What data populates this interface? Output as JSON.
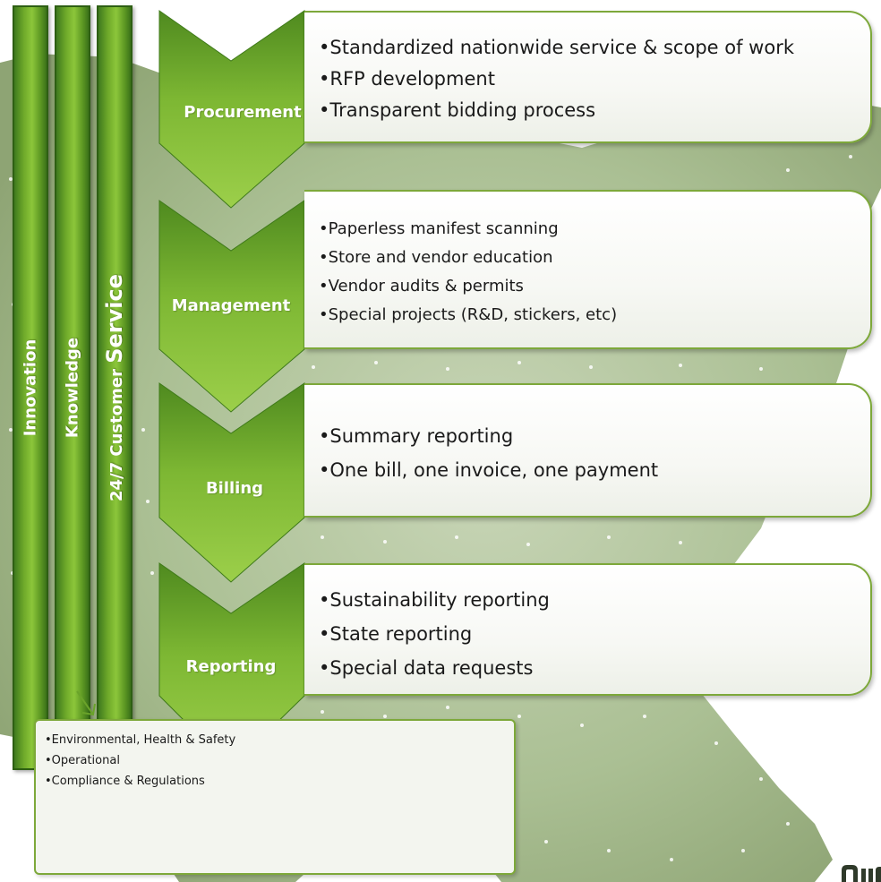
{
  "pillars": [
    {
      "label": "Innovation"
    },
    {
      "label": "Knowledge"
    },
    {
      "label_prefix": "24/7 Customer ",
      "label_emph": "Service"
    }
  ],
  "stages": [
    {
      "label": "Procurement",
      "bullets": [
        "•Standardized nationwide service  & scope of work",
        "•RFP development",
        "•Transparent bidding process"
      ]
    },
    {
      "label": "Management",
      "bullets": [
        "•Paperless manifest scanning",
        "•Store and vendor education",
        "•Vendor audits & permits",
        "•Special projects (R&D, stickers, etc)"
      ]
    },
    {
      "label": "Billing",
      "bullets": [
        "•Summary reporting",
        "•One bill, one invoice, one payment"
      ]
    },
    {
      "label": "Reporting",
      "bullets": [
        "•Sustainability reporting",
        "•State reporting",
        "•Special data requests"
      ]
    }
  ],
  "knowledge_box": {
    "bullets": [
      "•Environmental, Health & Safety",
      "•Operational",
      "•Compliance & Regulations"
    ]
  },
  "colors": {
    "chevron_light": "#8cc63f",
    "chevron_dark": "#4f8a1f",
    "pillar_green": "#6faa2a",
    "box_border": "#7da83a",
    "map_green": "#9fb58a"
  }
}
